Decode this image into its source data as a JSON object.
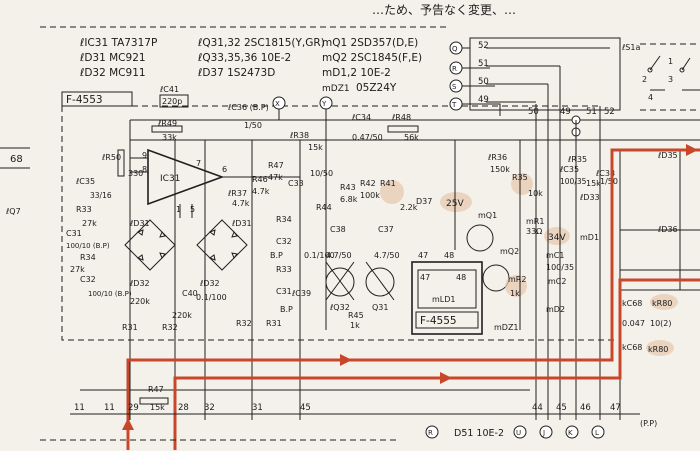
{
  "top_text": "…ため、予告なく変更、…",
  "legend": {
    "ic31": "ℓIC31 TA7317P",
    "d31": "ℓD31 MC921",
    "d32": "ℓD32 MC911",
    "q31": "ℓQ31,32 2SC1815(Y,GR)",
    "q33": "ℓQ33,35,36 10E-2",
    "d37": "ℓD37 1S2473D",
    "mq1": "mQ1 2SD357(D,E)",
    "mq2": "mQ2 2SC1845(F,E)",
    "md1": "mD1,2 10E-2",
    "mdz1_label": "mDZ1",
    "mdz1_value": "05Z24Y"
  },
  "boards": {
    "main": "F-4553",
    "sub": "F-4555",
    "sub_ic": "mLD1"
  },
  "side_label": "68",
  "q7_label": "ℓQ7",
  "ic_label": "IC31",
  "connector_letters": [
    "Q",
    "R",
    "S",
    "T",
    "X",
    "Y"
  ],
  "bottom_letters": [
    "R",
    "U",
    "J",
    "K",
    "L"
  ],
  "right_pins": [
    "52",
    "51",
    "50",
    "49"
  ],
  "mid_pins": [
    "50",
    "49",
    "51",
    "52"
  ],
  "bottom_pins": [
    "11",
    "11",
    "29",
    "28",
    "32",
    "31",
    "45",
    "44",
    "45",
    "46",
    "47"
  ],
  "sub_pins": [
    "47",
    "48",
    "47",
    "48"
  ],
  "ic_pins": [
    "9",
    "8",
    "7",
    "6",
    "1",
    "5"
  ],
  "voltages": [
    "25V",
    "34V"
  ],
  "bottom_text": {
    "d51": "D51 10E-2",
    "ps": "(P.P)"
  },
  "switch": {
    "label": "ℓS1a",
    "pins": [
      "1",
      "2",
      "3",
      "4"
    ]
  },
  "parts": {
    "c41": "ℓC41",
    "c41v": "220p",
    "c36": "ℓC36 (B.P)",
    "c36v": "1/50",
    "r49": "ℓR49",
    "r49v": "33k",
    "r38": "ℓR38",
    "r38v": "15k",
    "c34": "ℓC34",
    "c34v": "0.47/50",
    "r48": "ℓR48",
    "r48v": "56k",
    "r50": "ℓR50",
    "r50v": "330",
    "c35": "ℓC35",
    "c35v": "33/16",
    "r33": "R33",
    "r33v": "27k",
    "c31": "C31",
    "c31v": "100/10 (B.P)",
    "r34": "R34",
    "r34v": "27k",
    "c32": "C32",
    "c32v": "100/10 (B.P)",
    "r37": "ℓR37",
    "r37v": "4.7k",
    "r46": "R46",
    "r46v": "4.7k",
    "r47": "R47",
    "r47v": "47k",
    "c33": "C33",
    "r44": "R44",
    "r44v": "10/50",
    "r43": "R43",
    "r43v": "6.8k",
    "r42": "R42",
    "r42v": "100k",
    "r41": "R41",
    "r41v": "2.2k",
    "d37": "D37",
    "r36": "ℓR36",
    "r36v": "150k",
    "r35": "R35",
    "r35v": "10k",
    "c38": "C38",
    "c38v": "4.7/50",
    "c37": "C37",
    "c37v": "4.7/50",
    "q32": "ℓQ32",
    "q31": "Q31",
    "r45": "R45",
    "r45v": "1k",
    "c39": "ℓC39",
    "c39v": "0.1/100",
    "r34b": "R34",
    "c32b": "C32",
    "bp": "B.P",
    "r33b": "R33",
    "c31b": "C31",
    "bp2": "B.P",
    "r31": "R31",
    "r31v": "220k",
    "r32": "R32",
    "r32v": "220k",
    "c40": "C40",
    "c40v": "0.1/100",
    "r32b": "R32",
    "r31b": "R31",
    "r47b": "R47",
    "r47bv": "15k",
    "mq1": "mQ1",
    "mq2": "mQ2",
    "mdz1": "mDZ1",
    "mr1": "mR1",
    "mr1v": "33Ω",
    "mr2": "mR2",
    "mr2v": "1k",
    "mc1": "mC1",
    "mc1v": "100/35",
    "mc2": "mC2",
    "md2": "mD2",
    "md1": "mD1",
    "c33r": "ℓC33",
    "c33rv": "1/50",
    "d35": "ℓD35",
    "d36": "ℓD36",
    "d33": "ℓD33",
    "c35r": "ℓC35",
    "c35rv": "100/35",
    "r35r": "ℓR35",
    "r35rv": "15k",
    "kc68": "kC68",
    "kc68v": "0.047",
    "kr80": "kR80",
    "kr80v": "10(2)",
    "kc68b": "kC68",
    "mr80": "kR80",
    "d31a": "ℓD31",
    "d31b": "ℓD31",
    "d32a": "ℓD32",
    "d32b": "ℓD32"
  },
  "colors": {
    "paper": "#f4f1ea",
    "ink": "#1f1f1f",
    "highlight": "#c8472a"
  }
}
